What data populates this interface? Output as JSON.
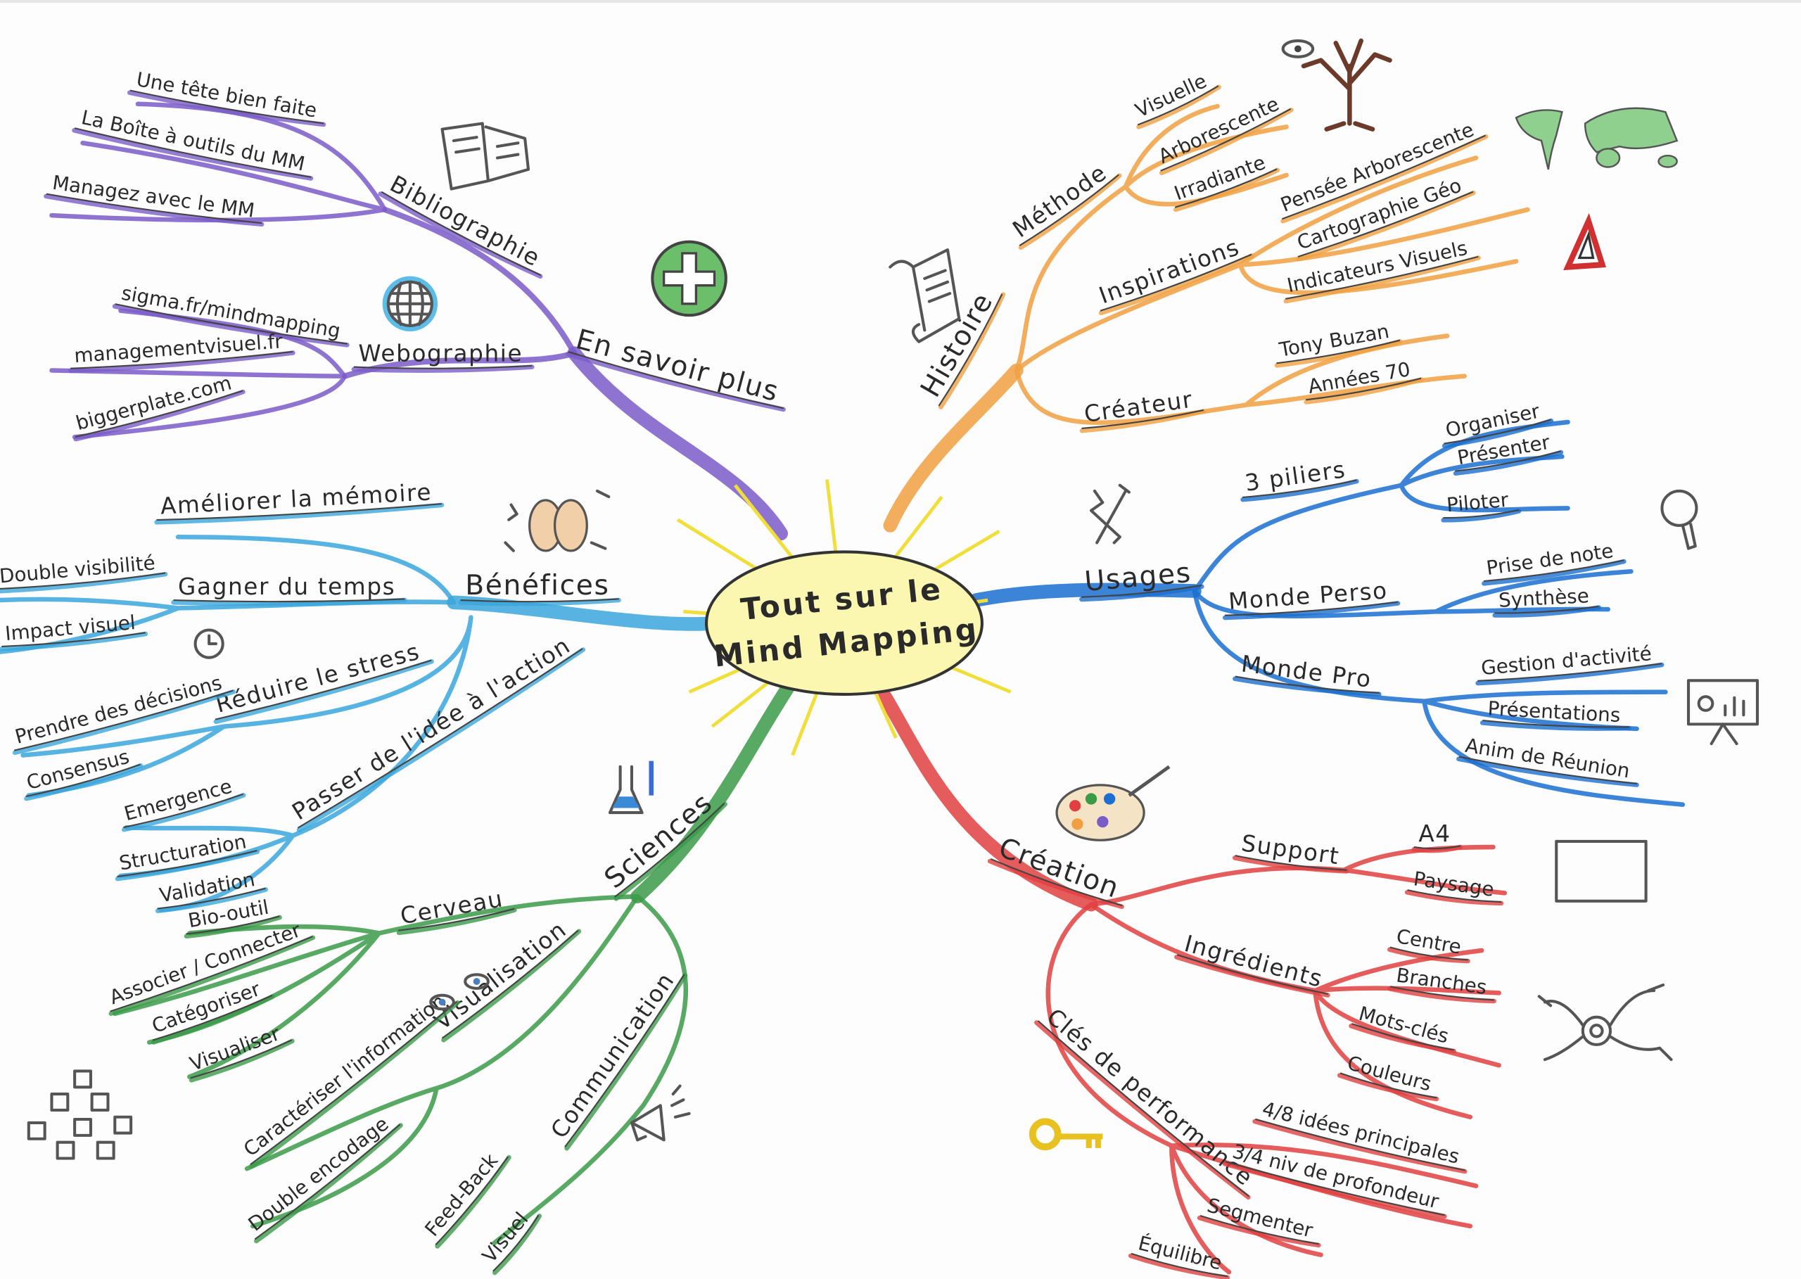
{
  "center": {
    "line1": "Tout sur le",
    "line2": "Mind Mapping",
    "glow": "#f5e84a"
  },
  "branches": [
    {
      "label": "En savoir plus",
      "color": "#7a5cc8",
      "children": [
        {
          "label": "Bibliographie",
          "leaves": [
            "Une tête bien faite",
            "La Boîte à outils du MM",
            "Managez avec le MM"
          ]
        },
        {
          "label": "Webographie",
          "leaves": [
            "sigma.fr/mindmapping",
            "managementvisuel.fr",
            "biggerplate.com"
          ]
        }
      ]
    },
    {
      "label": "Bénéfices",
      "color": "#3aa6dc",
      "children": [
        {
          "label": "Améliorer la mémoire",
          "leaves": []
        },
        {
          "label": "Gagner du temps",
          "leaves": [
            "Double visibilité",
            "Impact visuel"
          ]
        },
        {
          "label": "Réduire le stress",
          "leaves": [
            "Prendre des décisions",
            "Consensus"
          ]
        },
        {
          "label": "Passer de l'idée à l'action",
          "leaves": [
            "Emergence",
            "Structuration",
            "Validation"
          ]
        }
      ]
    },
    {
      "label": "Sciences",
      "color": "#3a9a48",
      "children": [
        {
          "label": "Cerveau",
          "leaves": [
            "Bio-outil",
            "Associer / Connecter",
            "Catégoriser",
            "Visualiser"
          ]
        },
        {
          "label": "Visualisation",
          "leaves": [
            "Caractériser l'information",
            "Double encodage"
          ]
        },
        {
          "label": "Communication",
          "leaves": [
            "Feed-Back",
            "Visuel"
          ]
        }
      ]
    },
    {
      "label": "Histoire",
      "color": "#f0a040",
      "children": [
        {
          "label": "Méthode",
          "leaves": [
            "Visuelle",
            "Arborescente",
            "Irradiante"
          ]
        },
        {
          "label": "Inspirations",
          "leaves": [
            "Pensée Arborescente",
            "Cartographie Géo",
            "Indicateurs Visuels"
          ]
        },
        {
          "label": "Créateur",
          "leaves": [
            "Tony Buzan",
            "Années 70"
          ]
        }
      ]
    },
    {
      "label": "Usages",
      "color": "#1a6fd0",
      "children": [
        {
          "label": "3 piliers",
          "leaves": [
            "Organiser",
            "Présenter",
            "Piloter"
          ]
        },
        {
          "label": "Monde Perso",
          "leaves": [
            "Prise de note",
            "Synthèse"
          ]
        },
        {
          "label": "Monde Pro",
          "leaves": [
            "Gestion d'activité",
            "Présentations",
            "Anim de Réunion"
          ]
        }
      ]
    },
    {
      "label": "Création",
      "color": "#e04040",
      "children": [
        {
          "label": "Support",
          "leaves": [
            "A4",
            "Paysage"
          ]
        },
        {
          "label": "Ingrédients",
          "leaves": [
            "Centre",
            "Branches",
            "Mots-clés",
            "Couleurs"
          ]
        },
        {
          "label": "Clés de performance",
          "leaves": [
            "4/8 idées principales",
            "3/4 niv de profondeur",
            "Segmenter",
            "Équilibre"
          ]
        }
      ]
    }
  ]
}
